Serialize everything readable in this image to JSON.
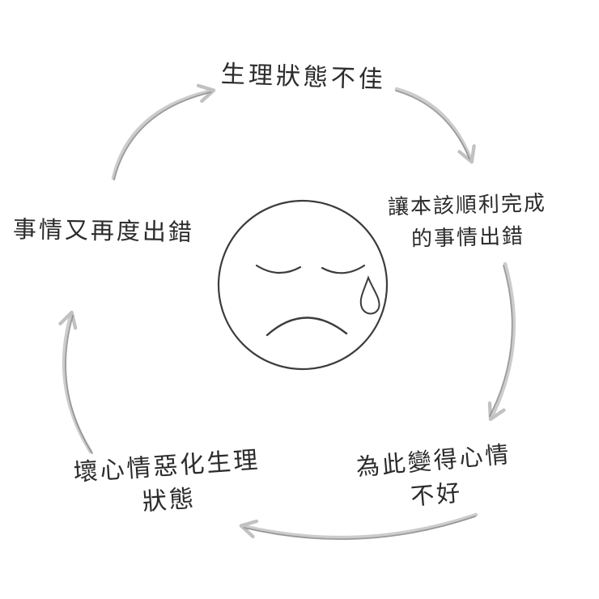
{
  "diagram": {
    "type": "cycle",
    "description": "hand-drawn vicious-cycle diagram with a sad face at the center",
    "center": {
      "icon": "sad-face-with-tear"
    },
    "nodes": {
      "top": {
        "line1": "生理狀態不佳"
      },
      "right_top": {
        "line1": "讓本該順利完成",
        "line2": "的事情出錯"
      },
      "right_bottom": {
        "line1": "為此變得心情",
        "line2": "不好"
      },
      "bottom_left": {
        "line1": "壞心情惡化生理",
        "line2": "狀態"
      },
      "left": {
        "line1": "事情又再度出錯"
      }
    },
    "edges": [
      {
        "from": "left",
        "to": "top"
      },
      {
        "from": "top",
        "to": "right_top"
      },
      {
        "from": "right_top",
        "to": "right_bottom"
      },
      {
        "from": "right_bottom",
        "to": "bottom_left"
      },
      {
        "from": "bottom_left",
        "to": "left"
      }
    ],
    "colors": {
      "background": "#ffffff",
      "text": "#2b2b2b",
      "arrow": "#9b9b9b",
      "face": "#3c3c3c"
    }
  }
}
